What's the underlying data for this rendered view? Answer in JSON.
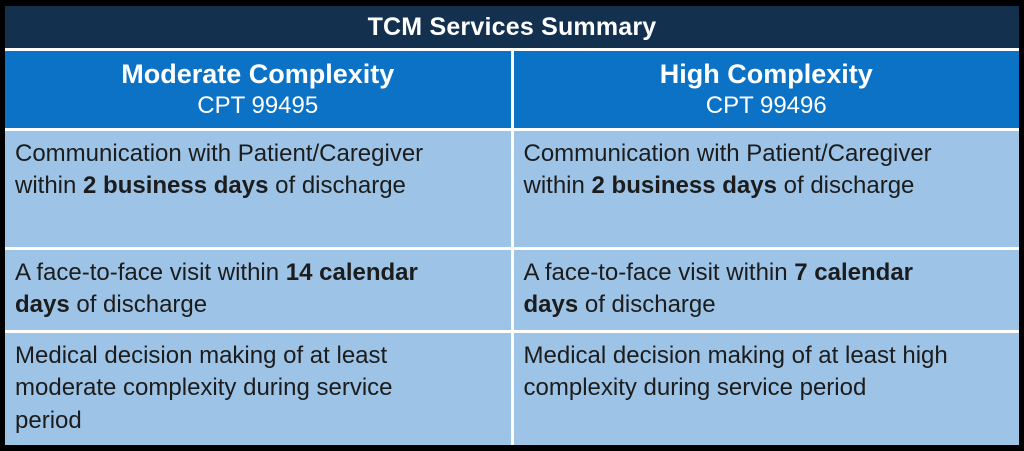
{
  "title": "TCM Services Summary",
  "columns": [
    {
      "name": "Moderate Complexity",
      "cpt": "CPT 99495"
    },
    {
      "name": "High Complexity",
      "cpt": "CPT 99496"
    }
  ],
  "rows": [
    {
      "cells": [
        {
          "pre": "Communication with Patient/Caregiver\nwithin ",
          "bold": "2 business days",
          "post": " of discharge"
        },
        {
          "pre": "Communication with Patient/Caregiver\nwithin ",
          "bold": "2 business days",
          "post": " of discharge"
        }
      ]
    },
    {
      "cells": [
        {
          "pre": "A face-to-face visit within ",
          "bold": "14 calendar\ndays",
          "post": " of discharge"
        },
        {
          "pre": "A face-to-face visit within ",
          "bold": "7 calendar\ndays",
          "post": " of discharge"
        }
      ]
    },
    {
      "cells": [
        {
          "pre": "Medical decision making of at least\nmoderate complexity during service\nperiod",
          "bold": "",
          "post": ""
        },
        {
          "pre": "Medical decision making of at least high\ncomplexity during service period",
          "bold": "",
          "post": ""
        }
      ]
    }
  ],
  "colors": {
    "outer_border": "#000000",
    "title_bg": "#13304F",
    "subheader_bg": "#0B72C6",
    "cell_bg": "#9DC3E6",
    "header_text": "#FFFFFF",
    "body_text": "#1C1C1C",
    "gridline": "#FFFFFF"
  }
}
